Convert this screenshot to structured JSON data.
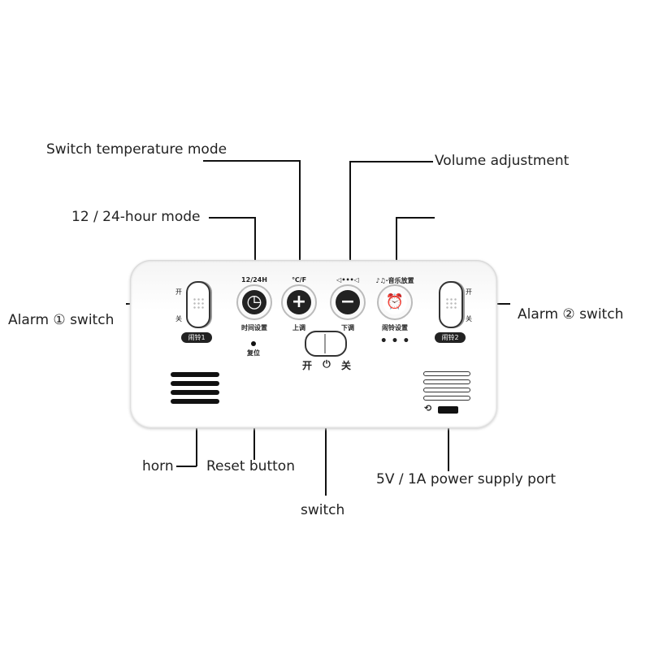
{
  "callouts": {
    "temperature_mode": "Switch temperature mode",
    "volume": "Volume adjustment",
    "hour_mode": "12 / 24-hour mode",
    "alarm1": "Alarm ① switch",
    "alarm2": "Alarm ② switch",
    "horn": "horn",
    "reset": "Reset button",
    "switch": "switch",
    "power": "5V / 1A power supply port"
  },
  "device": {
    "buttons": [
      {
        "top": "12/24H",
        "bottom": "时间设置",
        "glyph": "◷"
      },
      {
        "top": "℃/F",
        "bottom": "上调",
        "glyph": "+"
      },
      {
        "top": "◁•••◁",
        "bottom": "下调",
        "glyph": "−"
      },
      {
        "top": "♪♫·音乐放置",
        "bottom": "闹铃设置",
        "glyph": "⏰"
      }
    ],
    "alarm1_badge": "闹铃1",
    "alarm2_badge": "闹铃2",
    "on": "开",
    "off": "关",
    "reset_label": "复位",
    "power_symbol": "⏻",
    "indicator_dots": "• • •",
    "usb_symbol": "⟲"
  }
}
